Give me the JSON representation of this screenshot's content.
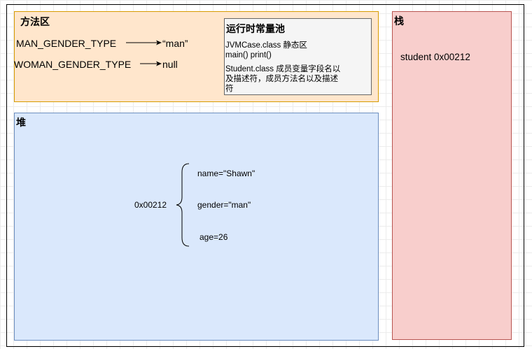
{
  "method_area": {
    "title": "方法区",
    "man_const": "MAN_GENDER_TYPE",
    "man_value": "“man”",
    "woman_const": "WOMAN_GENDER_TYPE",
    "woman_value": "null"
  },
  "runtime_constant_pool": {
    "title": "运行时常量池",
    "line1": "JVMCase.class 静态区",
    "line2": "main() print()",
    "line3": "Student.class 成员变量字段名以",
    "line4": "及描述符，成员方法名以及描述",
    "line5": "符"
  },
  "heap": {
    "title": "堆",
    "address": "0x00212",
    "fields": [
      "name=\"Shawn\"",
      "gender=\"man\"",
      "age=26"
    ]
  },
  "stack": {
    "title": "栈",
    "entry": "student  0x00212"
  },
  "colors": {
    "method_area_fill": "#ffe6cc",
    "method_area_stroke": "#d79b00",
    "heap_fill": "#dae8fc",
    "heap_stroke": "#6c8ebf",
    "stack_fill": "#f8cecc",
    "stack_stroke": "#b85450",
    "pool_fill": "#f5f5f5",
    "pool_stroke": "#666666"
  }
}
